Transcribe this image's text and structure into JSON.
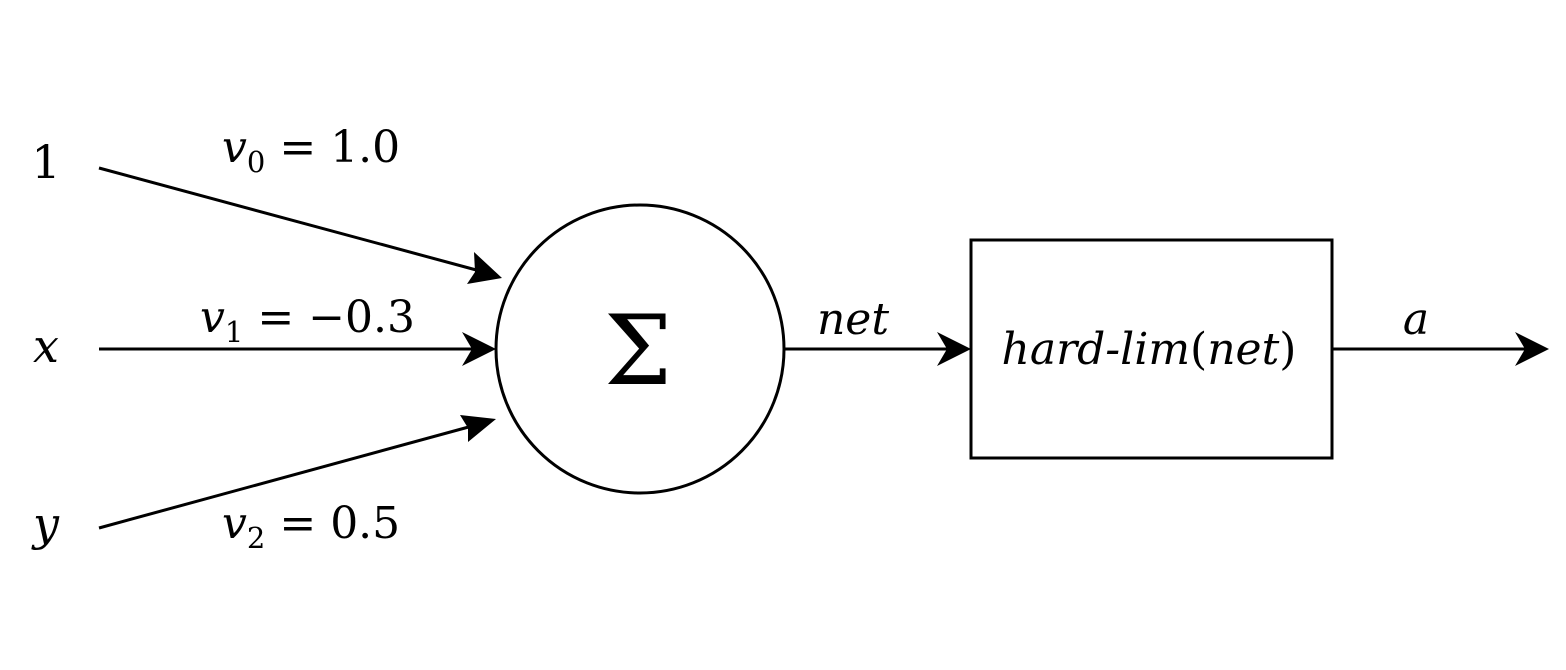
{
  "inputs": {
    "bias": "1",
    "x": "x",
    "y": "y"
  },
  "weights": {
    "w0": {
      "symbol": "v",
      "subscript": "0",
      "equals": "=",
      "value": "1.0"
    },
    "w1": {
      "symbol": "v",
      "subscript": "1",
      "equals": "=",
      "value": "−0.3"
    },
    "w2": {
      "symbol": "v",
      "subscript": "2",
      "equals": "=",
      "value": "0.5"
    }
  },
  "summation": {
    "symbol": "Σ"
  },
  "net_label": "net",
  "activation": {
    "prefix": "hard-lim",
    "open_paren": "(",
    "arg": "net",
    "close_paren": ")"
  },
  "output_label": "a",
  "colors": {
    "stroke": "#000000",
    "background": "#ffffff"
  }
}
